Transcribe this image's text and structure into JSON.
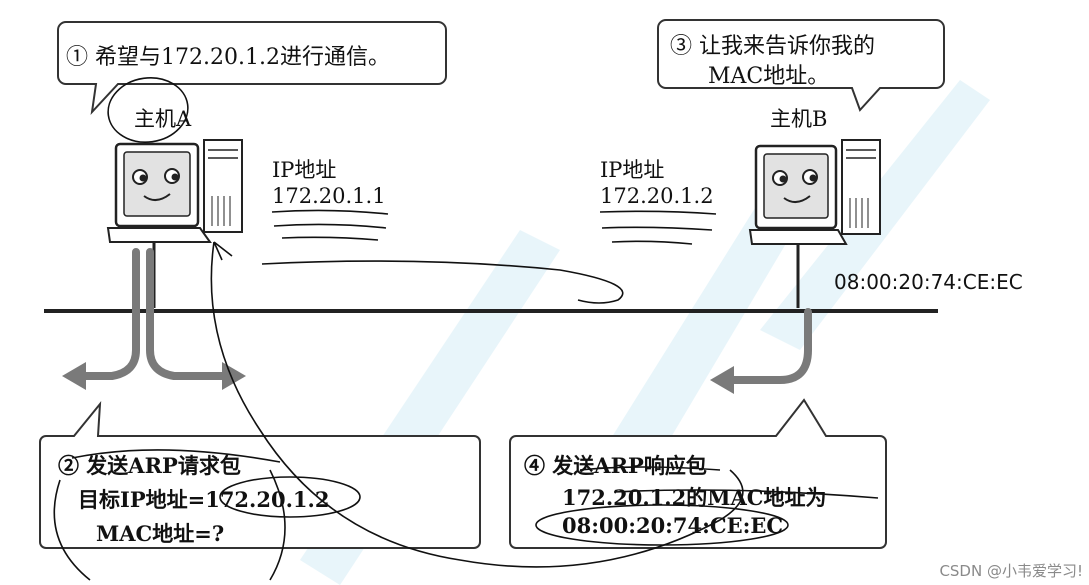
{
  "hostA": {
    "label": "主机A",
    "ip_caption": "IP地址",
    "ip": "172.20.1.1"
  },
  "hostB": {
    "label": "主机B",
    "ip_caption": "IP地址",
    "ip": "172.20.1.2",
    "mac": "08:00:20:74:CE:EC"
  },
  "bubbles": {
    "step1": "① 希望与172.20.1.2进行通信。",
    "step3_line1": "③ 让我来告诉你我的",
    "step3_line2": "MAC地址。"
  },
  "boxes": {
    "step2_title": "② 发送ARP请求包",
    "step2_line1": "目标IP地址=172.20.1.2",
    "step2_line2": "MAC地址=?",
    "step4_title": "④ 发送ARP响应包",
    "step4_line1": "172.20.1.2的MAC地址为",
    "step4_line2": "08:00:20:74:CE:EC"
  },
  "credit": "CSDN @小韦爱学习!",
  "colors": {
    "line": "#222222",
    "arrow": "#7a7a7a",
    "watermark": "#cfe9f4",
    "screen": "#dedede"
  }
}
